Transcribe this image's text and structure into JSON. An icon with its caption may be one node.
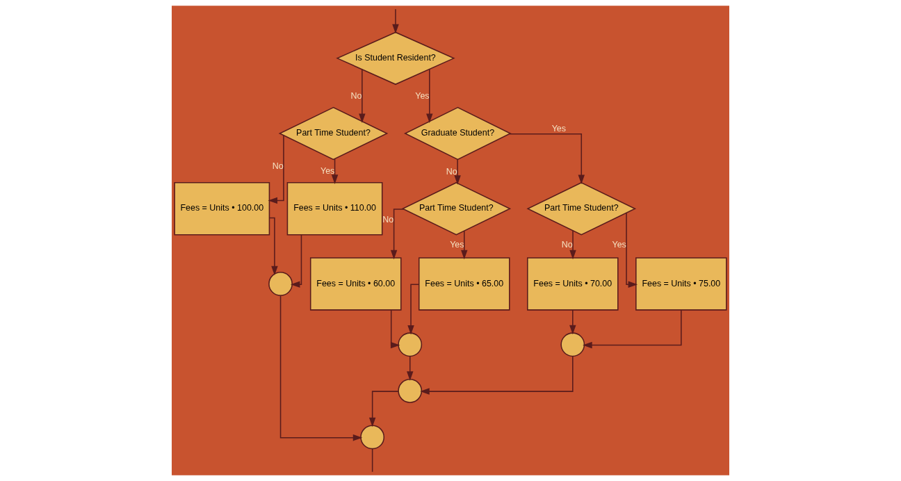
{
  "diagram": {
    "nodes": [
      {
        "text": [
          "Is Student Resident?"
        ]
      },
      {
        "text": [
          "Part Time Student?"
        ]
      },
      {
        "text": [
          "Fees = Units • 100.00"
        ]
      },
      {
        "text": [
          "Fees = Units • 110.00"
        ]
      },
      {
        "text": [],
        "shape": "circle"
      },
      {
        "text": [
          "Graduate Student?"
        ]
      },
      {
        "text": [
          "Part Time Student?"
        ]
      },
      {
        "text": [
          "Fees = Units • 60.00"
        ]
      },
      {
        "text": [
          "Fees = Units • 65.00"
        ]
      },
      {
        "text": [
          "Part Time Student?"
        ]
      },
      {
        "text": [
          "Fees = Units • 70.00"
        ]
      },
      {
        "text": [
          "Fees = Units • 75.00"
        ]
      },
      {
        "text": [],
        "shape": "circle"
      },
      {
        "text": [],
        "shape": "circle"
      },
      {
        "text": [],
        "shape": "circle"
      },
      {
        "text": [],
        "shape": "circle"
      }
    ],
    "edges": [
      {
        "from": null,
        "to": 0,
        "arrow": "to"
      },
      {
        "from": 0,
        "to": 1,
        "label": "No",
        "arrow": "to"
      },
      {
        "from": 0,
        "to": 5,
        "label": "Yes",
        "arrow": "to"
      },
      {
        "from": 1,
        "to": 2,
        "label": "No",
        "arrow": "to"
      },
      {
        "from": 1,
        "to": 3,
        "label": "Yes",
        "arrow": "to"
      },
      {
        "from": 2,
        "to": 4,
        "arrow": "to"
      },
      {
        "from": 3,
        "to": 4,
        "arrow": "to"
      },
      {
        "from": 5,
        "to": 6,
        "label": "No",
        "arrow": "to"
      },
      {
        "from": 5,
        "to": 9,
        "label": "Yes",
        "arrow": "to"
      },
      {
        "from": 6,
        "to": 7,
        "label": "No",
        "arrow": "to"
      },
      {
        "from": 6,
        "to": 8,
        "label": "Yes",
        "arrow": "to"
      },
      {
        "from": 9,
        "to": 10,
        "label": "No",
        "arrow": "to"
      },
      {
        "from": 9,
        "to": 11,
        "label": "Yes",
        "arrow": "to"
      },
      {
        "from": 7,
        "to": 12,
        "arrow": "to"
      },
      {
        "from": 8,
        "to": 12,
        "arrow": "to"
      },
      {
        "from": 10,
        "to": 13,
        "arrow": "to"
      },
      {
        "from": 11,
        "to": 13,
        "arrow": "to"
      },
      {
        "from": 12,
        "to": 14,
        "arrow": "to"
      },
      {
        "from": 13,
        "to": 14,
        "arrow": "to"
      },
      {
        "from": 4,
        "to": 15,
        "arrow": "to"
      },
      {
        "from": 14,
        "to": 15,
        "arrow": "to"
      },
      {
        "from": 15,
        "to": null,
        "arrow": "none"
      }
    ]
  }
}
